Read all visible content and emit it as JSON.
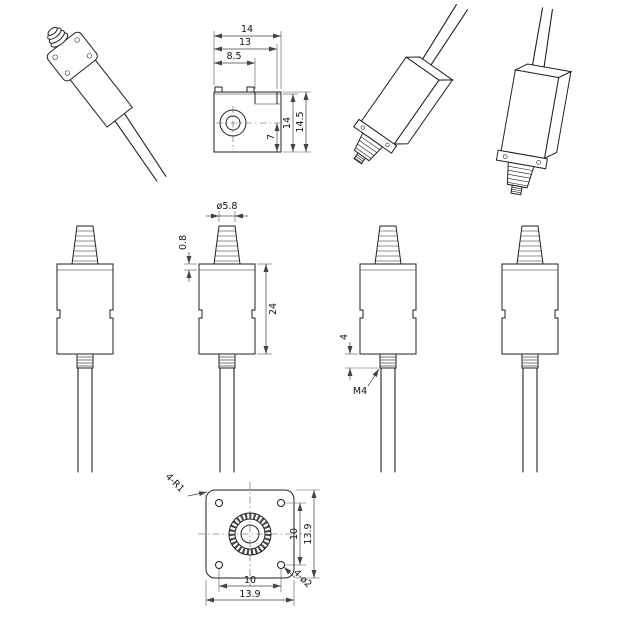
{
  "drawing": {
    "colors": {
      "line": "#222222",
      "dimension": "#444444"
    },
    "top_view": {
      "width_total": "14",
      "width_flange": "13",
      "width_inner": "8.5",
      "height_total": "14.5",
      "height_body": "14",
      "center_to_edge": "7"
    },
    "front_view": {
      "cap_diameter": "ø5.8",
      "flange_thickness": "0.8",
      "body_height": "24",
      "stub_height": "4",
      "thread_callout": "M4"
    },
    "bottom_view": {
      "corner_radius_callout": "4-R1",
      "hole_span_vertical": "10",
      "height_total": "13.9",
      "hole_span_horizontal": "10",
      "width_total": "13.9",
      "hole_diameter_callout": "4-ø2"
    }
  }
}
